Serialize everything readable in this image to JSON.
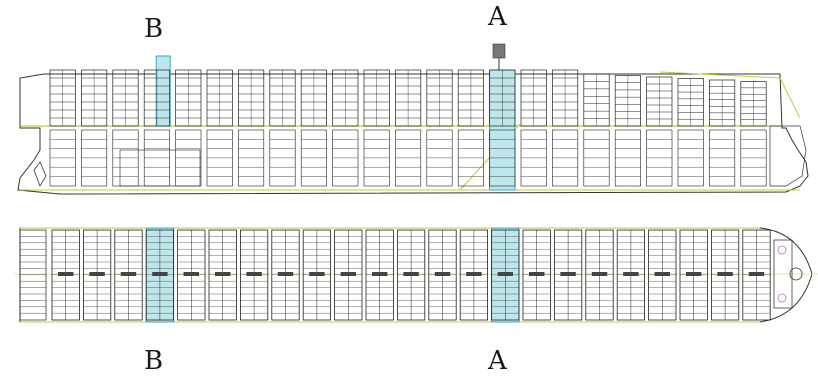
{
  "labels": {
    "top_b": "B",
    "top_a": "A",
    "bottom_b": "B",
    "bottom_a": "A"
  },
  "colors": {
    "hull_line": "#333333",
    "grid_line": "#222222",
    "highlight_fill": "#bfe6ea",
    "highlight_stroke": "#39a7b8",
    "deck_line": "#c8c83a",
    "accent_magenta": "#cc66cc",
    "bulkhead_yellow": "#e0e070"
  },
  "profile_bays": 23,
  "plan_bays": 23,
  "highlighted_sections": [
    "B",
    "A"
  ]
}
